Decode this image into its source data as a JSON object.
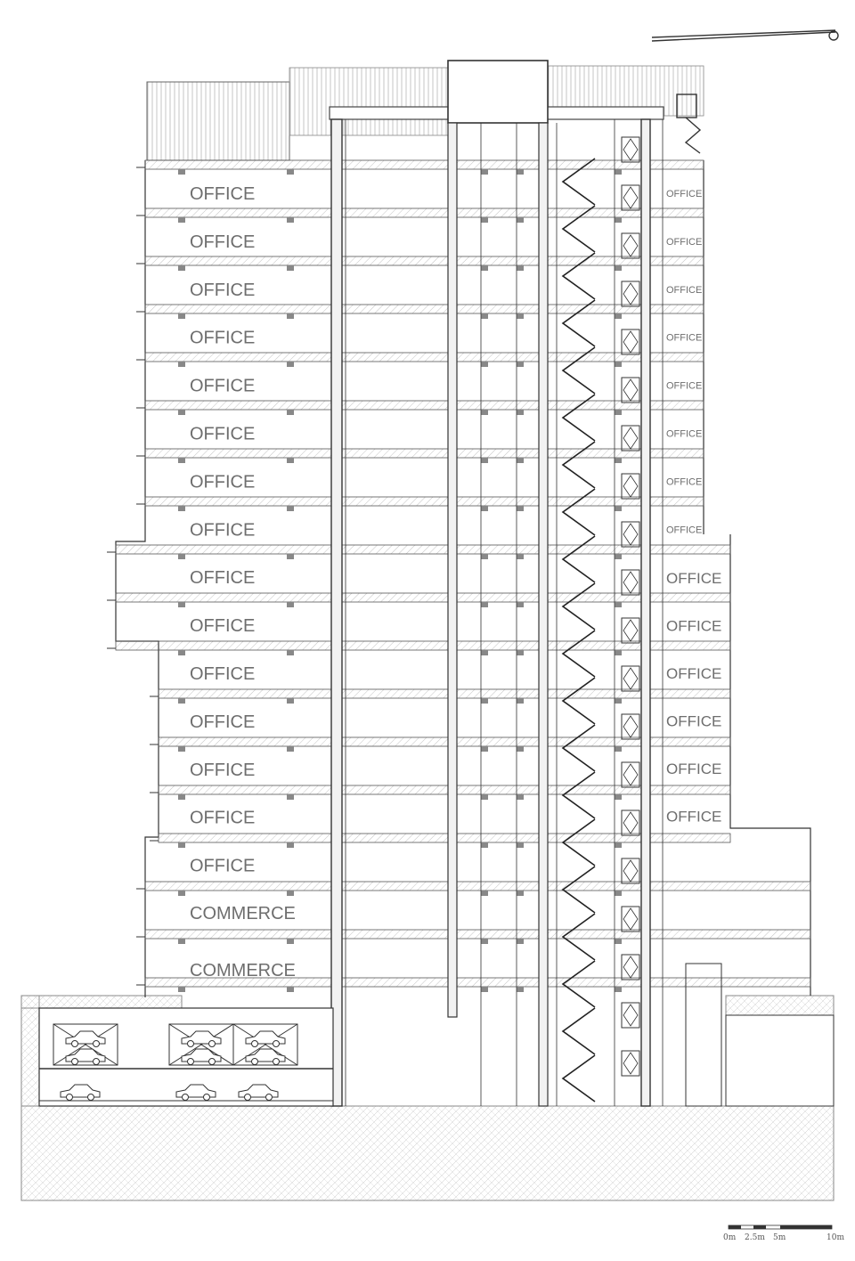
{
  "left_stack": {
    "office": [
      "OFFICE",
      "OFFICE",
      "OFFICE",
      "OFFICE",
      "OFFICE",
      "OFFICE",
      "OFFICE",
      "OFFICE",
      "OFFICE",
      "OFFICE",
      "OFFICE",
      "OFFICE",
      "OFFICE",
      "OFFICE",
      "OFFICE"
    ],
    "commerce": [
      "COMMERCE",
      "COMMERCE"
    ]
  },
  "right_stack": {
    "upper": [
      "OFFICE",
      "OFFICE",
      "OFFICE",
      "OFFICE",
      "OFFICE",
      "OFFICE",
      "OFFICE",
      "OFFICE"
    ],
    "lower": [
      "OFFICE",
      "OFFICE",
      "OFFICE",
      "OFFICE",
      "OFFICE",
      "OFFICE"
    ]
  },
  "scale_bar": {
    "ticks": [
      "0m",
      "2.5m",
      "5m",
      "10m"
    ]
  }
}
